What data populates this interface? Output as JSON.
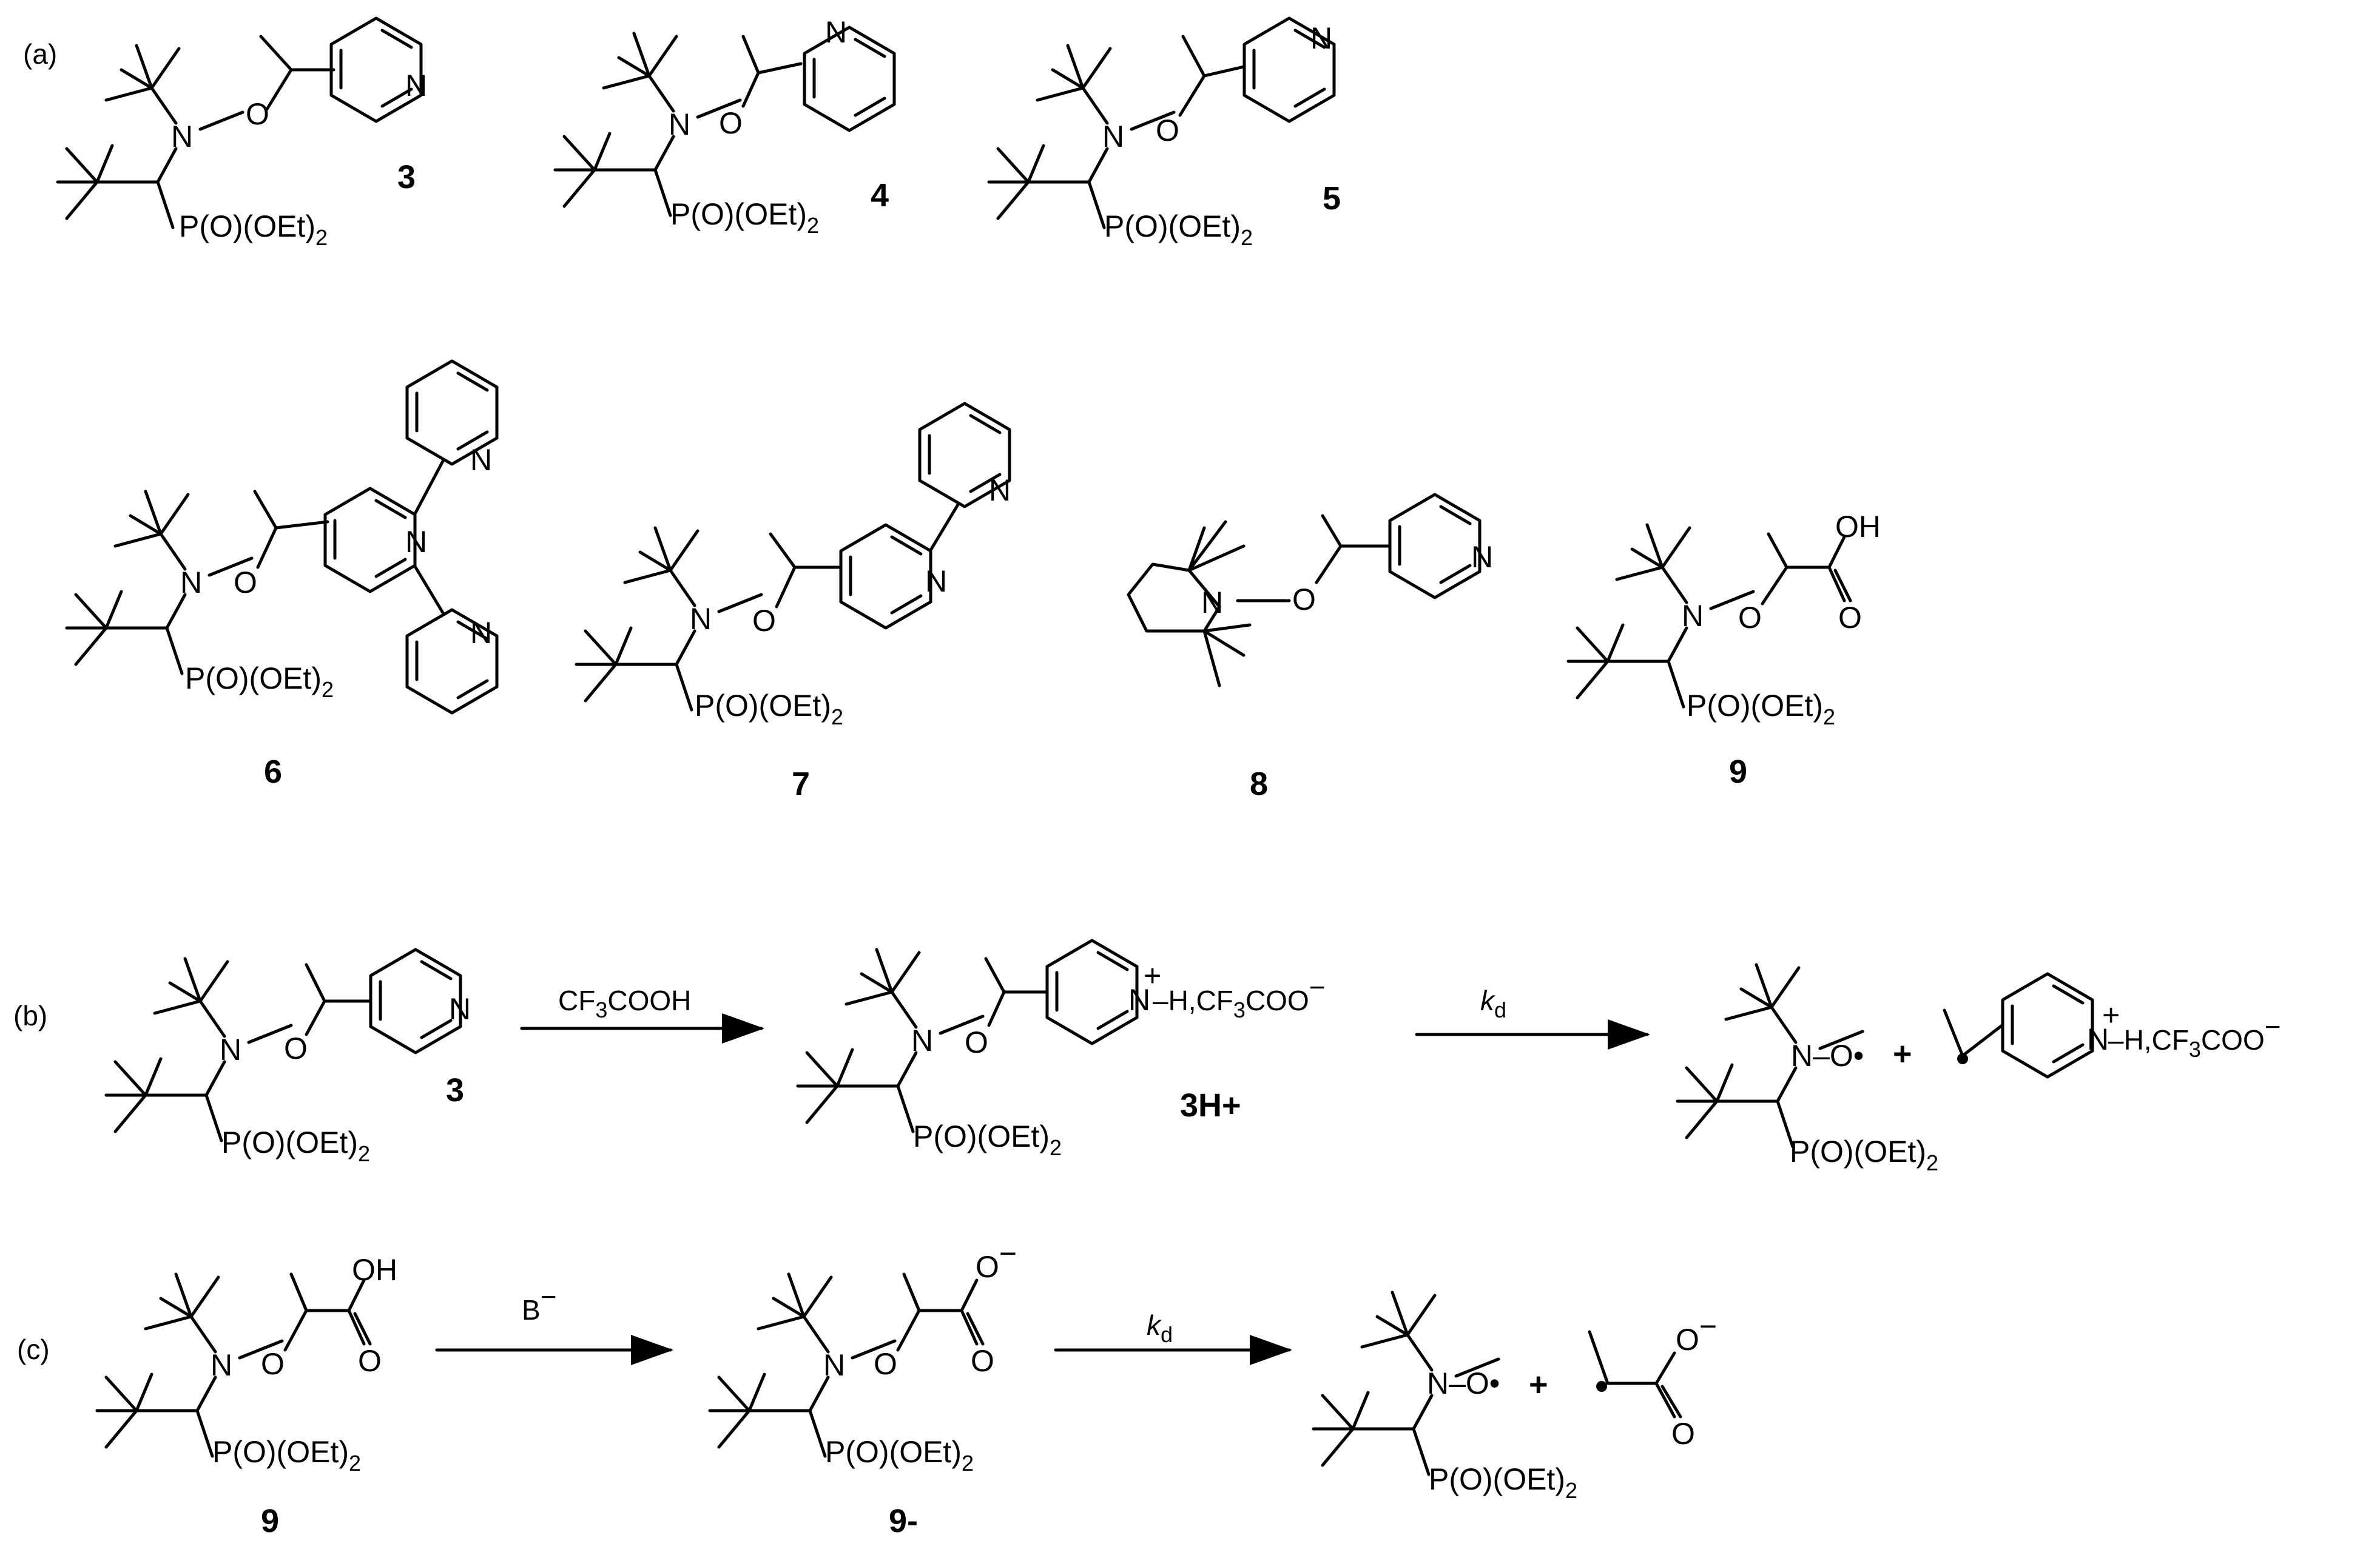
{
  "panels": {
    "a": "(a)",
    "b": "(b)",
    "c": "(c)"
  },
  "compounds": {
    "c3": "3",
    "c4": "4",
    "c5": "5",
    "c6": "6",
    "c7": "7",
    "c8": "8",
    "c9": "9",
    "c3h": "3H+",
    "c9b": "9",
    "c9m": "9-"
  },
  "groups": {
    "phosphonate": "P(O)(OEt)",
    "phosphonate_sub": "2",
    "nitrogen": "N",
    "oxygen": "O",
    "oh": "OH",
    "carbonyl_o": "O",
    "carboxylate_o": "O",
    "minus": "−",
    "plus": "+",
    "radical_no": "N–O•",
    "pyridinium_h": "–H,CF",
    "cf3_sub": "3",
    "counterion_tail": "COO"
  },
  "reagents": {
    "tfa_pre": "CF",
    "tfa_sub": "3",
    "tfa_post": "COOH",
    "base": "B",
    "rate": "k",
    "rate_sub": "d"
  },
  "colors": {
    "ink": "#000000",
    "background": "#ffffff"
  }
}
